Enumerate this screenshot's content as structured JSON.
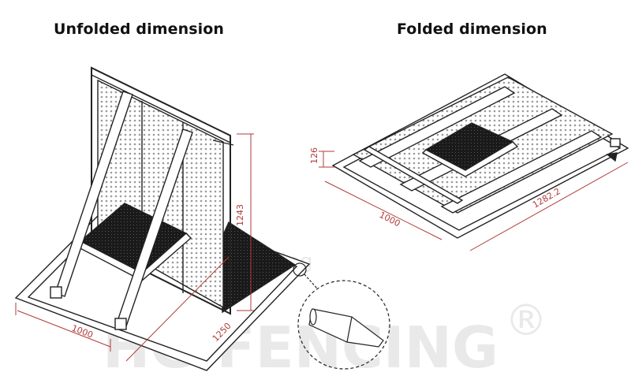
{
  "titles": {
    "unfolded": "Unfolded dimension",
    "folded": "Folded dimension"
  },
  "unfolded_dims": {
    "height": "1243",
    "width": "1000",
    "depth": "1250"
  },
  "folded_dims": {
    "thickness": "126",
    "width": "1000",
    "length": "1282.2"
  },
  "watermark": {
    "brand": "HG FENCING",
    "registered": "®",
    "small": "Fencing"
  },
  "colors": {
    "line": "#222222",
    "dimension": "#b03a3a",
    "watermark": "#e9e9e9",
    "mesh": "#9a9a9a",
    "platform": "#1a1a1a"
  }
}
